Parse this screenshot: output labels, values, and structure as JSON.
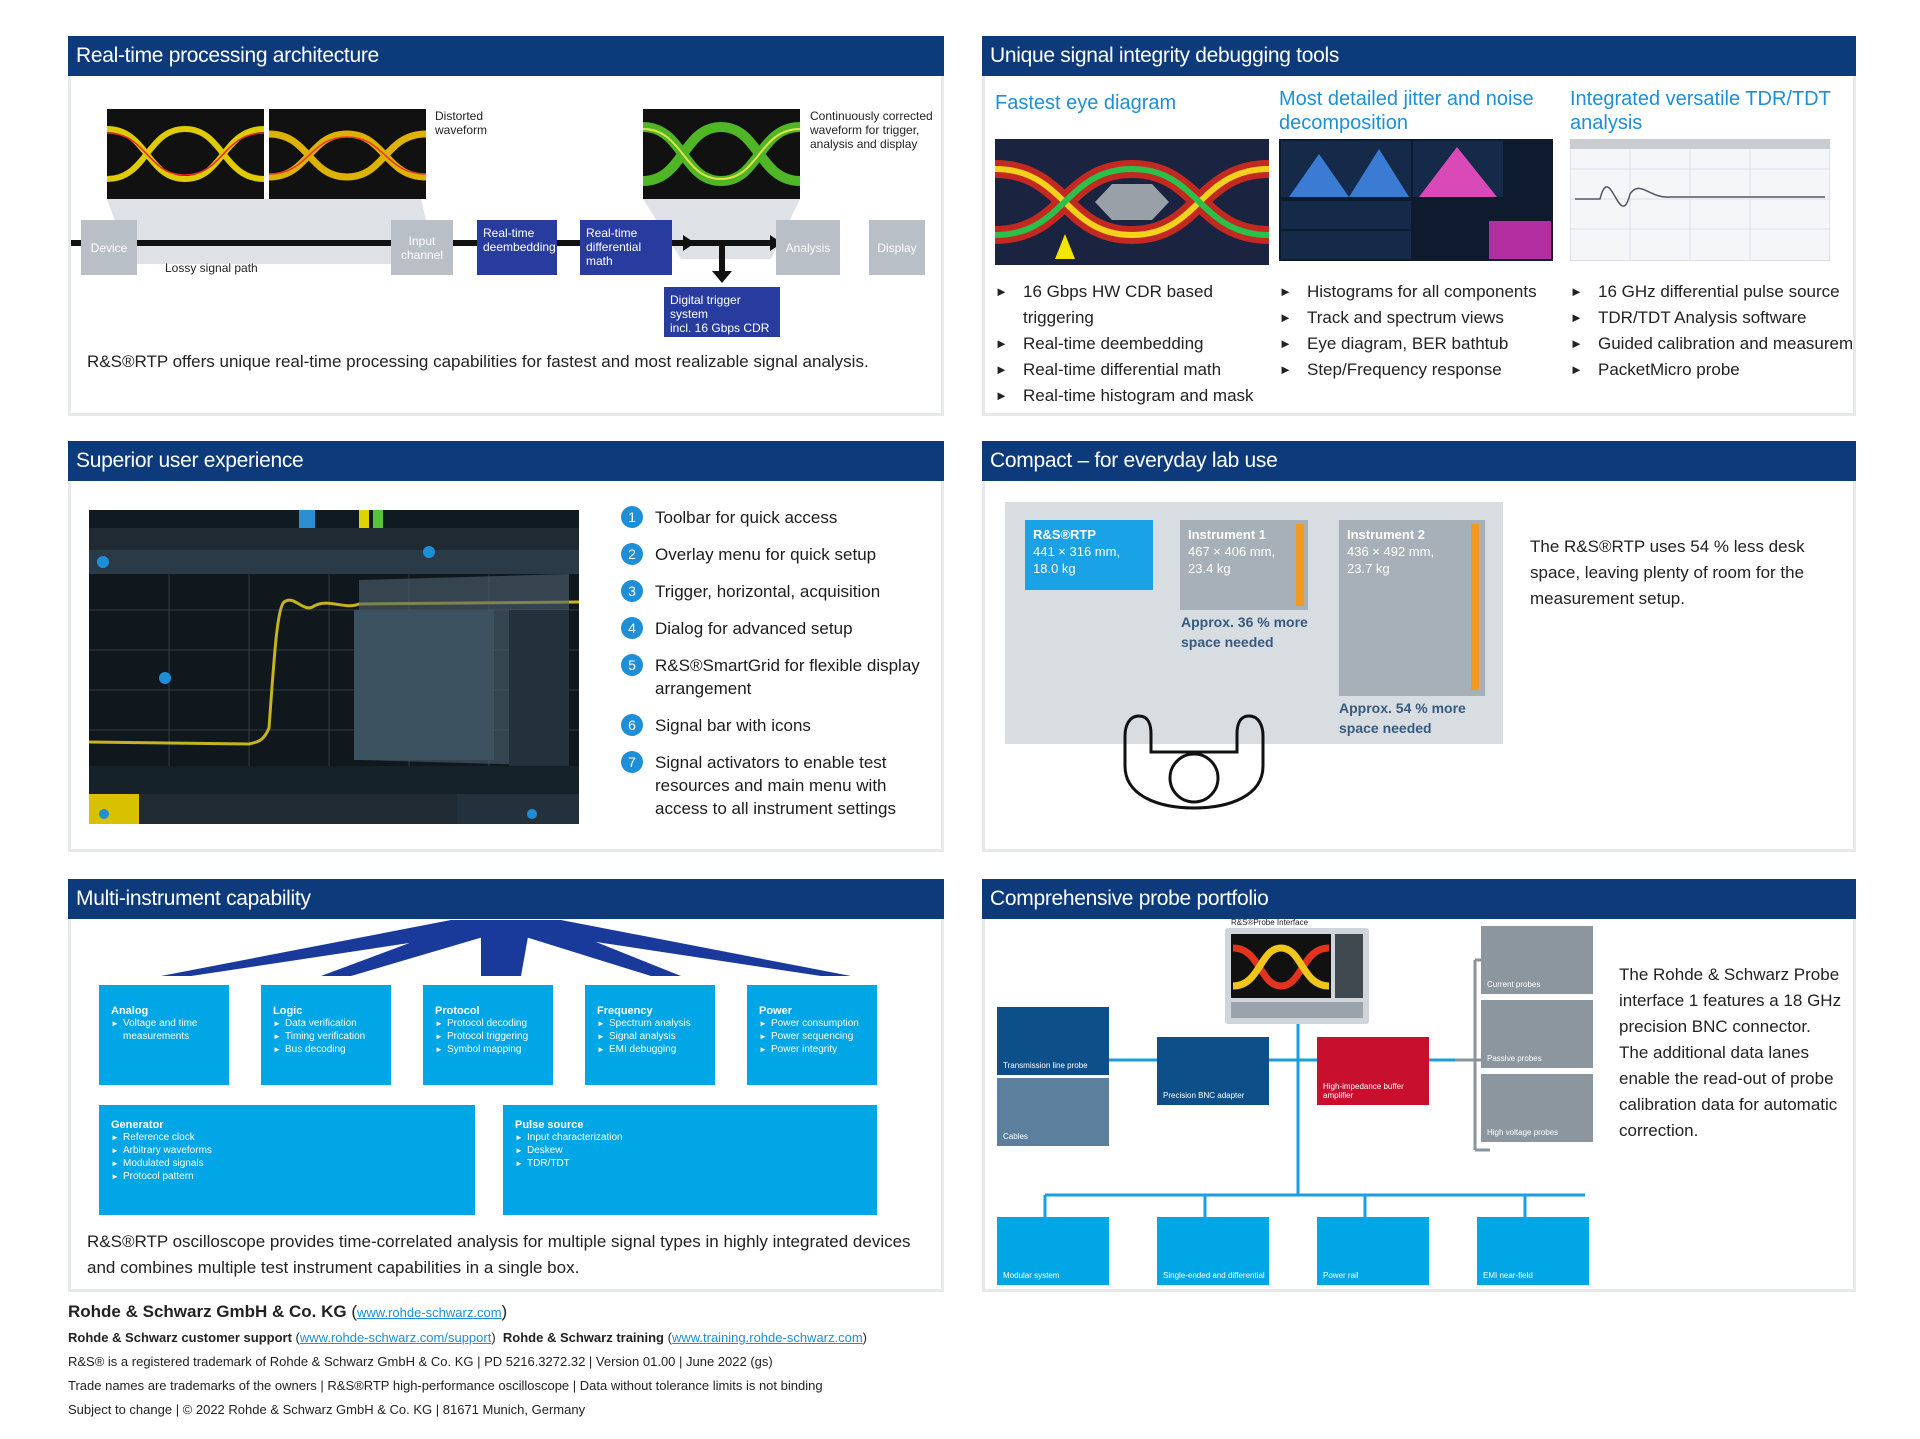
{
  "panels": {
    "realtime": {
      "title": "Real-time processing architecture",
      "labels": {
        "distorted": "Distorted\nwaveform",
        "corrected": "Continuously corrected\nwaveform for trigger,\nanalysis and display",
        "device": "Device",
        "lossy": "Lossy signal path",
        "input": "Input\nchannel",
        "deembed": "Real-time\ndeembedding",
        "diffmath": "Real-time\ndifferential math",
        "analysis": "Analysis",
        "display": "Display",
        "trigger": "Digital trigger system\nincl. 16 Gbps CDR"
      },
      "caption": "R&S®RTP offers unique real-time processing capabilities for fastest and most realizable signal analysis."
    },
    "tools": {
      "title": "Unique signal integrity debugging tools",
      "columns": [
        {
          "heading": "Fastest eye diagram",
          "items": [
            "16 Gbps HW CDR based triggering",
            "Real-time deembedding",
            "Real-time differential math",
            "Real-time histogram and mask"
          ]
        },
        {
          "heading": "Most detailed jitter and noise decomposition",
          "items": [
            "Histograms for all components",
            "Track and spectrum views",
            "Eye diagram, BER bathtub",
            "Step/Frequency response"
          ]
        },
        {
          "heading": "Integrated versatile TDR/TDT analysis",
          "items": [
            "16 GHz differential pulse source",
            "TDR/TDT Analysis software",
            "Guided calibration and measurement",
            "PacketMicro probe"
          ]
        }
      ]
    },
    "ux": {
      "title": "Superior user experience",
      "items": [
        {
          "n": "1",
          "text": "Toolbar for quick access"
        },
        {
          "n": "2",
          "text": "Overlay menu for quick setup"
        },
        {
          "n": "3",
          "text": "Trigger, horizontal, acquisition"
        },
        {
          "n": "4",
          "text": "Dialog for advanced setup"
        },
        {
          "n": "5",
          "text": "R&S®SmartGrid for flexible display arrangement"
        },
        {
          "n": "6",
          "text": "Signal bar with icons"
        },
        {
          "n": "7",
          "text": "Signal activators to enable test resources and main menu with access to all instrument settings"
        }
      ]
    },
    "compact": {
      "title": "Compact – for everyday lab use",
      "rtp": {
        "name": "R&S®RTP",
        "dims": "441 × 316 mm,",
        "weight": "18.0 kg"
      },
      "inst1": {
        "name": "Instrument 1",
        "dims": "467 × 406 mm,",
        "weight": "23.4 kg",
        "note": "Approx. 36 % more space needed",
        "more_pct": 36
      },
      "inst2": {
        "name": "Instrument 2",
        "dims": "436 × 492 mm,",
        "weight": "23.7 kg",
        "note": "Approx. 54 % more space needed",
        "more_pct": 54
      },
      "text": "The R&S®RTP uses 54 % less desk space, leaving plenty of room for the measurement setup."
    },
    "multi": {
      "title": "Multi-instrument capability",
      "top_boxes": [
        {
          "title": "Analog",
          "items": [
            "Voltage and time measurements"
          ]
        },
        {
          "title": "Logic",
          "items": [
            "Data verification",
            "Timing verification",
            "Bus decoding"
          ]
        },
        {
          "title": "Protocol",
          "items": [
            "Protocol decoding",
            "Protocol triggering",
            "Symbol mapping"
          ]
        },
        {
          "title": "Frequency",
          "items": [
            "Spectrum analysis",
            "Signal analysis",
            "EMI debugging"
          ]
        },
        {
          "title": "Power",
          "items": [
            "Power consumption",
            "Power sequencing",
            "Power integrity"
          ]
        }
      ],
      "bottom_boxes": [
        {
          "title": "Generator",
          "items": [
            "Reference clock",
            "Arbitrary waveforms",
            "Modulated signals",
            "Protocol pattern"
          ]
        },
        {
          "title": "Pulse source",
          "items": [
            "Input characterization",
            "Deskew",
            "TDR/TDT"
          ]
        }
      ],
      "caption": "R&S®RTP oscilloscope provides time-correlated analysis for multiple signal types in highly integrated devices and combines multiple test instrument capabilities in a single box."
    },
    "probes": {
      "title": "Comprehensive probe portfolio",
      "interface_label": "R&S®Probe Interface",
      "left": [
        "Transmission line probe",
        "Cables"
      ],
      "middle": [
        "Precision BNC adapter",
        "High-impedance buffer amplifier"
      ],
      "right": [
        "Current probes",
        "Passive probes",
        "High voltage probes"
      ],
      "bottom": [
        "Modular system",
        "Single-ended and differential",
        "Power rail",
        "EMI near-field"
      ],
      "text": "The Rohde & Schwarz Probe interface 1 features a 18 GHz precision BNC connector. The additional data lanes enable the read-out of probe calibration data for automatic correction."
    }
  },
  "footer": {
    "company": "Rohde & Schwarz GmbH & Co. KG",
    "company_url": "www.rohde-schwarz.com",
    "support_label": "Rohde & Schwarz customer support",
    "support_url": "www.rohde-schwarz.com/support",
    "training_label": "Rohde & Schwarz training",
    "training_url": "www.training.rohde-schwarz.com",
    "line3": "R&S® is a registered trademark of Rohde & Schwarz GmbH & Co. KG  |  PD 5216.3272.32 | Version 01.00 | June 2022 (gs)",
    "line4": "Trade names are trademarks of the owners  | R&S®RTP high-performance oscilloscope | Data without tolerance limits is not binding",
    "line5": "Subject to change  |  © 2022 Rohde & Schwarz GmbH & Co. KG | 81671 Munich, Germany"
  },
  "colors": {
    "navy": "#0d3a7a",
    "cyan": "#00a6e5",
    "accent_blue": "#1e8fd6",
    "orange": "#f29a1f",
    "red": "#c8102e"
  }
}
